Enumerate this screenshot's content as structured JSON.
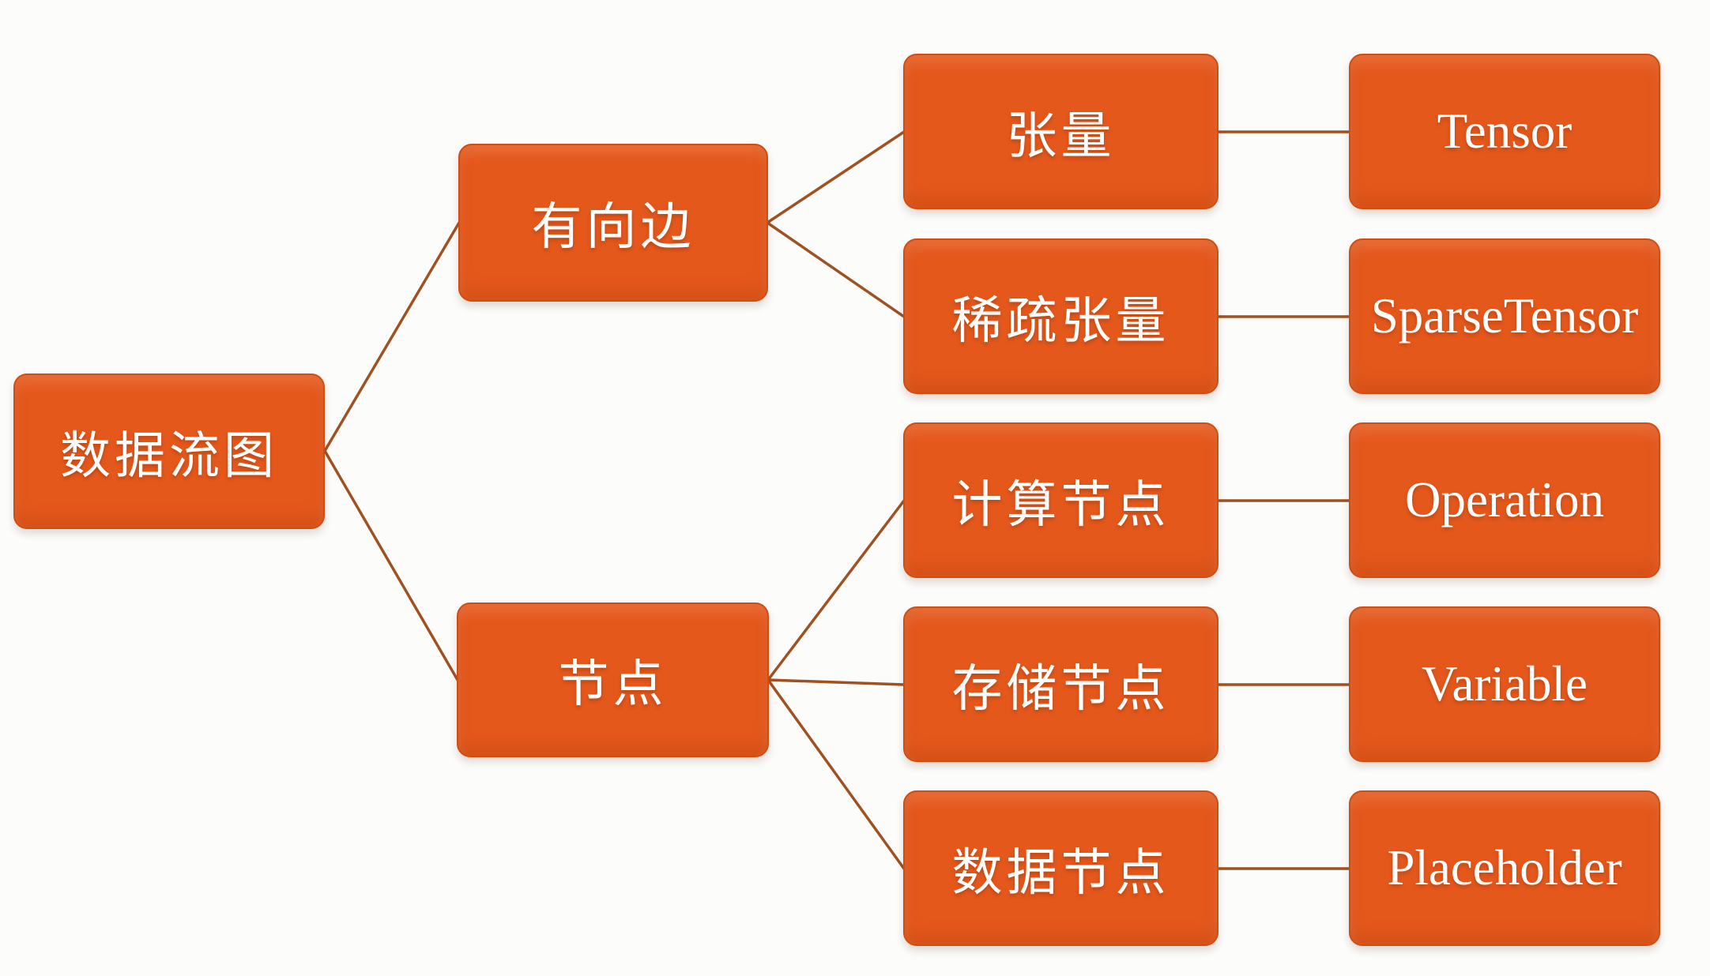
{
  "colors": {
    "background": "#FCFCFB",
    "box": "#E5581C",
    "box_border": "#D14E12",
    "connector": "#A05122",
    "text": "#FFFFFF"
  },
  "tree": {
    "label": "数据流图",
    "children": [
      {
        "label": "有向边",
        "children": [
          {
            "label": "张量",
            "impl": "Tensor"
          },
          {
            "label": "稀疏张量",
            "impl": "SparseTensor"
          }
        ]
      },
      {
        "label": "节点",
        "children": [
          {
            "label": "计算节点",
            "impl": "Operation"
          },
          {
            "label": "存储节点",
            "impl": "Variable"
          },
          {
            "label": "数据节点",
            "impl": "Placeholder"
          }
        ]
      }
    ]
  }
}
